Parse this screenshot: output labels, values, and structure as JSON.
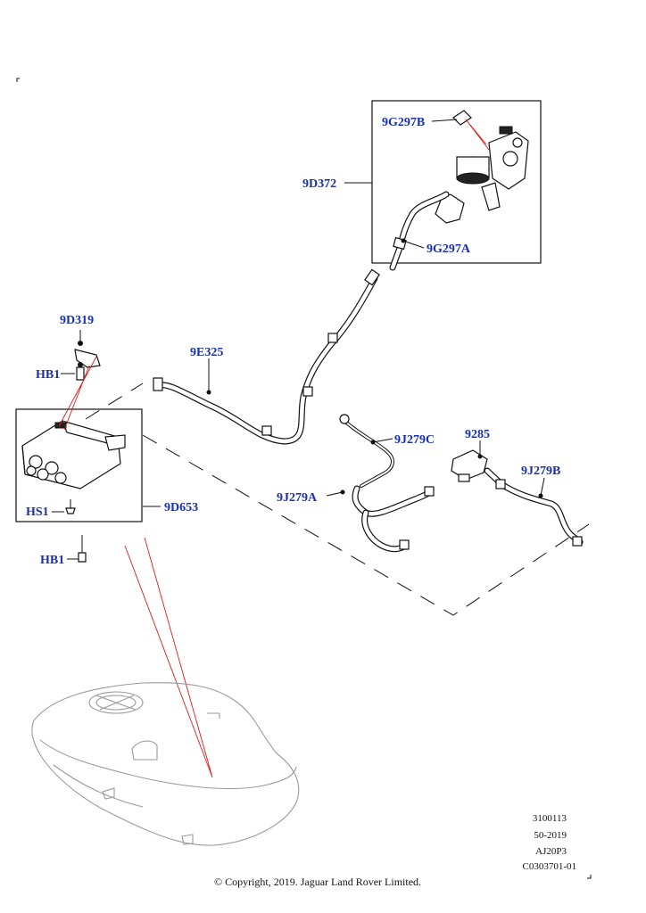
{
  "callouts": {
    "c_9G297B": "9G297B",
    "c_9D372": "9D372",
    "c_9G297A": "9G297A",
    "c_9D319": "9D319",
    "c_9E325": "9E325",
    "c_HB1_top": "HB1",
    "c_9J279C": "9J279C",
    "c_9285": "9285",
    "c_9J279B": "9J279B",
    "c_9J279A": "9J279A",
    "c_HS1": "HS1",
    "c_9D653": "9D653",
    "c_HB1_bottom": "HB1"
  },
  "reference": {
    "line1": "3100113",
    "line2": "50-2019",
    "line3": "AJ20P3",
    "line4": "C0303701-01"
  },
  "copyright": "© Copyright, 2019. Jaguar Land Rover Limited.",
  "colors": {
    "callout": "#1a2fb0",
    "leader_red": "#e01a1a",
    "tank": "#9a9a9a"
  }
}
